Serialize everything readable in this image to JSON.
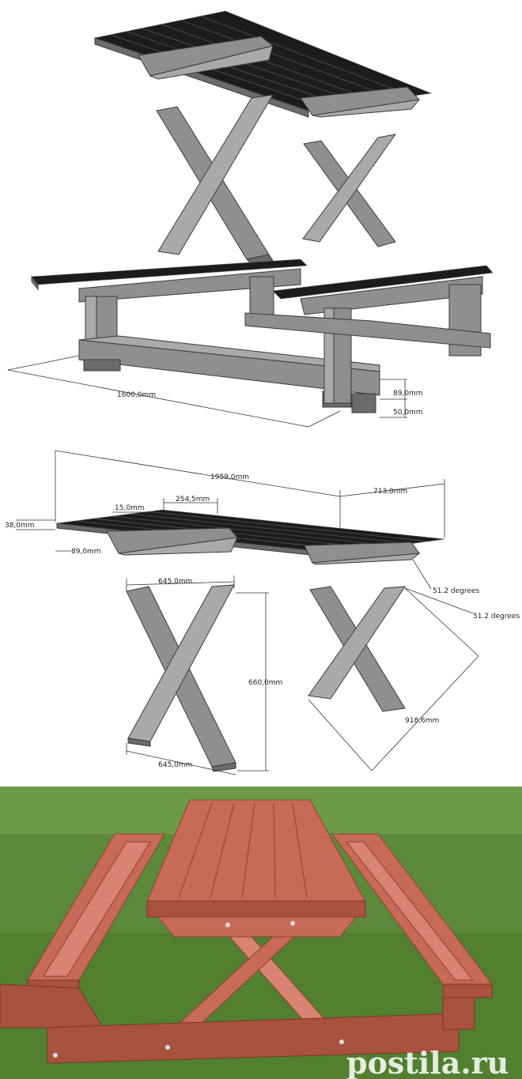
{
  "dimensions": {
    "bench_length": "1600,0mm",
    "bench_height_a": "89,0mm",
    "bench_height_b": "50,0mm",
    "table_length": "1959,0mm",
    "table_overhang": "713,0mm",
    "plank_gap": "15,0mm",
    "plank_spacing": "254,5mm",
    "plank_thickness": "38,0mm",
    "plank_width": "89,0mm",
    "leg_top_width": "645,0mm",
    "leg_bottom_width": "645,0mm",
    "leg_height": "660,0mm",
    "angle_a": "51.2 degrees",
    "angle_b": "51.2 degrees",
    "leg_diagonal": "918,6mm"
  },
  "watermark": {
    "brand": "postila.ru"
  },
  "colors": {
    "wood": "#8f8f8f",
    "table_top": "#1c1c1c",
    "paint": "#c86a58",
    "grass": "#5d8a3a"
  }
}
